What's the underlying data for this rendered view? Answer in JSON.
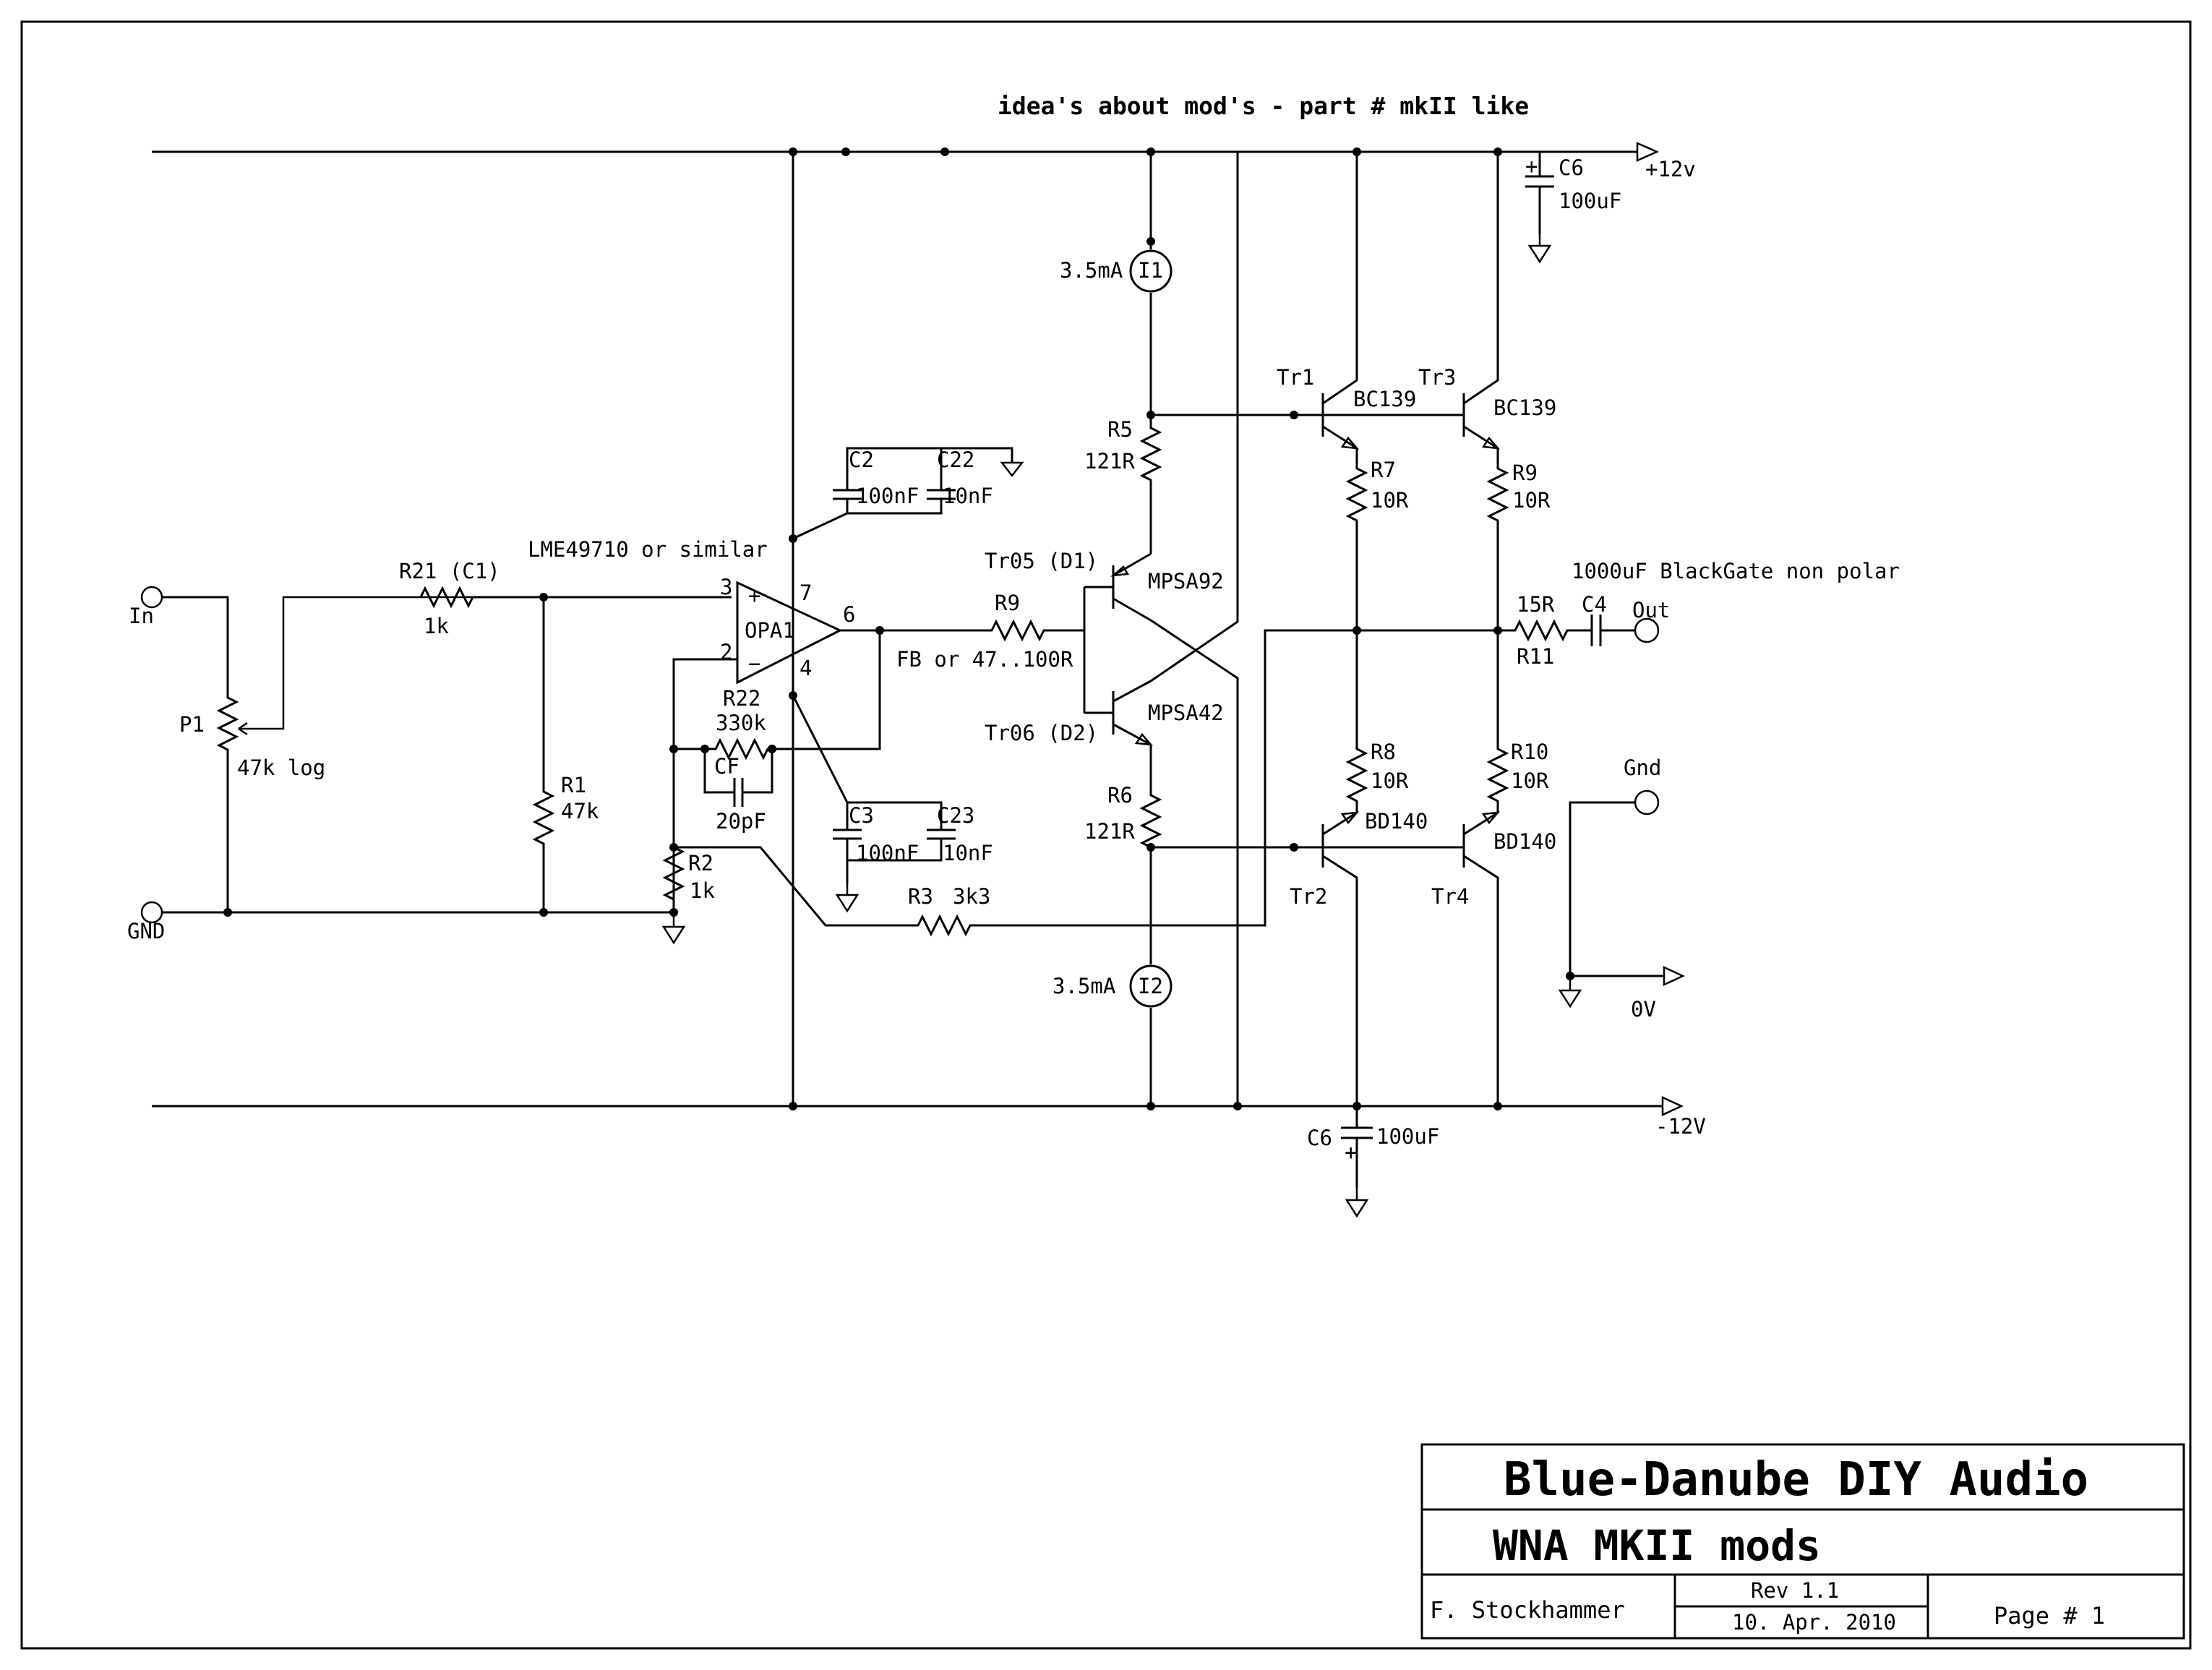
{
  "header": {
    "title": "idea's about mod's - part # mkII like"
  },
  "rails": {
    "pos": "+12v",
    "neg": "-12V"
  },
  "io": {
    "in": "In",
    "gnd_in": "GND",
    "out": "Out",
    "gnd_out": "Gnd",
    "zero": "0V"
  },
  "opamp": {
    "name": "OPA1",
    "note": "LME49710 or similar",
    "pin3": "3",
    "pin2": "2",
    "pin6": "6",
    "pin7": "7",
    "pin4": "4",
    "plus": "+",
    "minus": "−"
  },
  "parts": {
    "p1": "P1",
    "p1_val": "47k log",
    "r21": "R21 (C1)",
    "r21_val": "1k",
    "r1": "R1",
    "r1_val": "47k",
    "r2": "R2",
    "r2_val": "1k",
    "r22": "R22",
    "r22_val": "330k",
    "cf": "CF",
    "cf_val": "20pF",
    "r3": "R3",
    "r3_val": "3k3",
    "c2": "C2",
    "c2_val": "100nF",
    "c22": "C22",
    "c22_val": "10nF",
    "c3": "C3",
    "c3_val": "100nF",
    "c23": "C23",
    "c23_val": "10nF",
    "r9": "R9",
    "r9_val": "FB or 47..100R",
    "i1": "I1",
    "i1_val": "3.5mA",
    "i2": "I2",
    "i2_val": "3.5mA",
    "r5": "R5",
    "r5_val": "121R",
    "r6": "R6",
    "r6_val": "121R",
    "tr05": "Tr05 (D1)",
    "tr05_type": "MPSA92",
    "tr06": "Tr06 (D2)",
    "tr06_type": "MPSA42",
    "tr1": "Tr1",
    "tr1_type": "BC139",
    "tr3": "Tr3",
    "tr3_type": "BC139",
    "tr2": "Tr2",
    "tr2_type": "BD140",
    "tr4": "Tr4",
    "tr4_type": "BD140",
    "r7": "R7",
    "r7_val": "10R",
    "r9b": "R9",
    "r9b_val": "10R",
    "r8": "R8",
    "r8_val": "10R",
    "r10": "R10",
    "r10_val": "10R",
    "r11": "R11",
    "r11_val": "15R",
    "c4": "C4",
    "c4_note": "1000uF BlackGate non polar",
    "c6_top": "C6",
    "c6_top_val": "100uF",
    "c6_bot": "C6",
    "c6_bot_val": "100uF",
    "plus_mark": "+"
  },
  "title_block": {
    "company": "Blue-Danube DIY Audio",
    "project": "WNA MKII  mods",
    "author": "F. Stockhammer",
    "rev": "Rev 1.1",
    "date": "10. Apr. 2010",
    "page": "Page # 1"
  }
}
